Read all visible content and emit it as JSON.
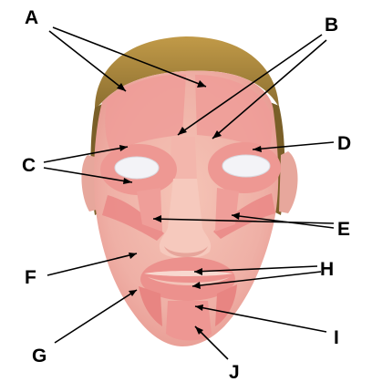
{
  "diagram": {
    "labels": [
      {
        "id": "A",
        "text": "A"
      },
      {
        "id": "B",
        "text": "B"
      },
      {
        "id": "C",
        "text": "C"
      },
      {
        "id": "D",
        "text": "D"
      },
      {
        "id": "E",
        "text": "E"
      },
      {
        "id": "F",
        "text": "F"
      },
      {
        "id": "G",
        "text": "G"
      },
      {
        "id": "H",
        "text": "H"
      },
      {
        "id": "I",
        "text": "I"
      },
      {
        "id": "J",
        "text": "J"
      }
    ]
  },
  "colors": {
    "skin": "#f4c0b4",
    "muscle": "#ec8e8e",
    "muscle_light": "#f3a5a1",
    "hair": "#b48a3a",
    "hair_dark": "#6e5a2b",
    "eye": "#f4f4f8",
    "lip": "#f6d2c8",
    "pointer": "#000000"
  }
}
